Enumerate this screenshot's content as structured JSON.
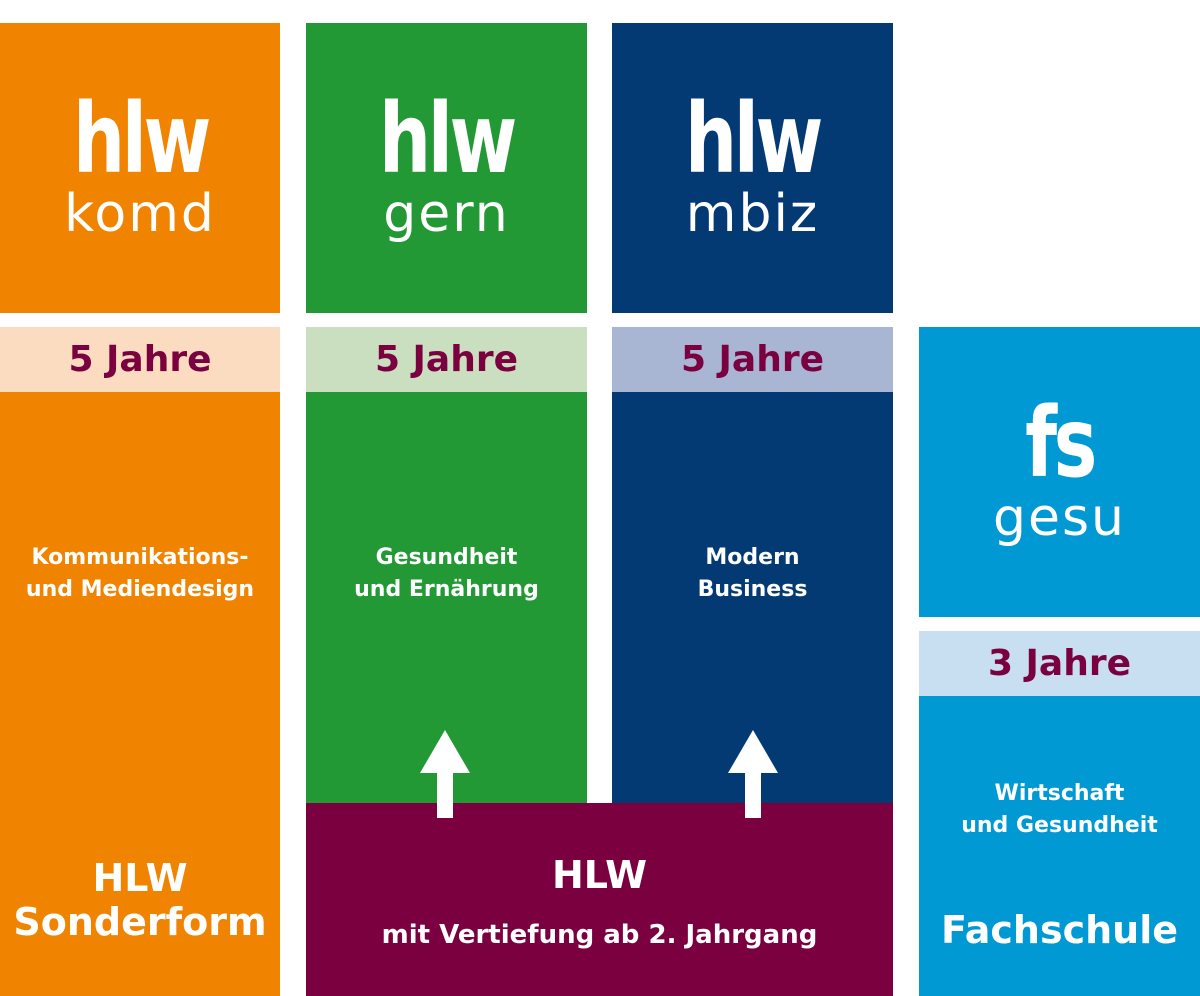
{
  "colors": {
    "orange": "#f08300",
    "orange_light": "#fcdcc0",
    "green": "#229935",
    "green_light": "#c9dfc0",
    "navy": "#033a73",
    "navy_light": "#a9b6d3",
    "blue": "#0099d4",
    "blue_light": "#c7dff0",
    "maroon": "#7a0040"
  },
  "columns": [
    {
      "logo_top": "hlw",
      "logo_bottom": "komd",
      "duration": "5 Jahre",
      "description": [
        "Kommunikations-",
        "und Mediendesign"
      ],
      "footer": [
        "HLW",
        "Sonderform"
      ]
    },
    {
      "logo_top": "hlw",
      "logo_bottom": "gern",
      "duration": "5 Jahre",
      "description": [
        "Gesundheit",
        "und Ernährung"
      ]
    },
    {
      "logo_top": "hlw",
      "logo_bottom": "mbiz",
      "duration": "5 Jahre",
      "description": [
        "Modern",
        "Business"
      ]
    },
    {
      "logo_top": "fs",
      "logo_bottom": "gesu",
      "duration": "3 Jahre",
      "description": [
        "Wirtschaft",
        "und Gesundheit"
      ],
      "footer": [
        "Fachschule"
      ]
    }
  ],
  "shared": {
    "title": "HLW",
    "subtitle": "mit Vertiefung ab 2. Jahrgang"
  }
}
